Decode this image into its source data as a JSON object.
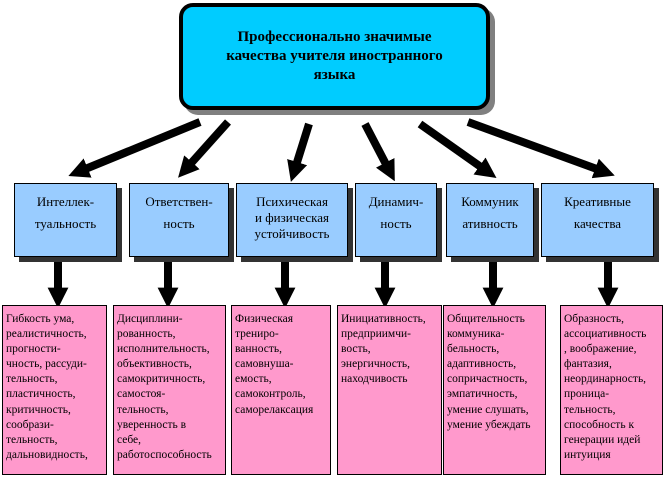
{
  "colors": {
    "top_fill": "#00ccff",
    "category_fill": "#99ccff",
    "detail_fill": "#ff99cc",
    "arrow": "#000000"
  },
  "root": {
    "lines": [
      "Профессионально значимые",
      "качества учителя иностранного",
      "языка"
    ]
  },
  "categories": [
    {
      "lines": [
        "Интеллек-",
        "туальность"
      ],
      "details": [
        "Гибкость ума,",
        "реалистичность,",
        "прогности-",
        "чность, рассуди-",
        "тельность,",
        "пластичность,",
        "критичность,",
        "сообрази-",
        "тельность,",
        "дальновидность,"
      ]
    },
    {
      "lines": [
        "Ответствен-",
        "ность"
      ],
      "details": [
        "Дисциплини-",
        "рованность,",
        "исполнительность,",
        "объективность,",
        "самокритичность,",
        "самостоя-",
        "тельность,",
        "уверенность в",
        "себе,",
        "работоспособность"
      ]
    },
    {
      "lines": [
        "Психическая",
        "и физическая",
        "устойчивость"
      ],
      "details": [
        "Физическая",
        "трениро-",
        "ванность,",
        "самовнуша-",
        "емость,",
        "самоконтроль,",
        "саморелаксация"
      ]
    },
    {
      "lines": [
        "Динамич-",
        "ность"
      ],
      "details": [
        "Инициативность,",
        "предприимчи-",
        "вость,",
        "энергичность,",
        "находчивость"
      ]
    },
    {
      "lines": [
        "Коммуник",
        "ативность"
      ],
      "details": [
        "Общительность",
        "коммуника-",
        "бельность,",
        "адаптивность,",
        "сопричастность,",
        "эмпатичность,",
        "умение слушать,",
        "умение убеждать"
      ]
    },
    {
      "lines": [
        "Креативные",
        "качества"
      ],
      "details": [
        "Образность,",
        "ассоциативность",
        ", воображение,",
        "фантазия,",
        "неординарность,",
        "проница-",
        "тельность,",
        "способность к",
        "генерации идей",
        "интуиция"
      ]
    }
  ]
}
